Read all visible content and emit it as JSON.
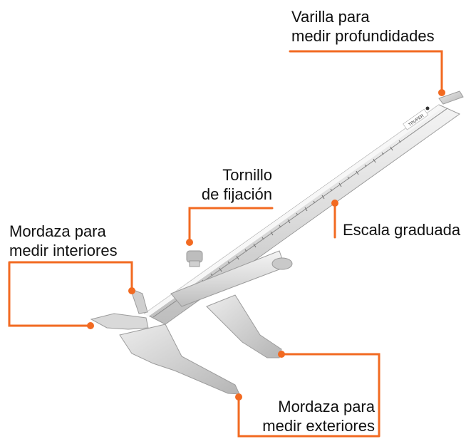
{
  "accent_color": "#f26a21",
  "labels": {
    "depth_rod": {
      "line1": "Varilla para",
      "line2": "medir profundidades"
    },
    "scale": {
      "line1": "Escala graduada"
    },
    "lock_screw": {
      "line1": "Tornillo",
      "line2": "de fijación"
    },
    "inside_jaws": {
      "line1": "Mordaza para",
      "line2": "medir interiores"
    },
    "outside_jaws": {
      "line1": "Mordaza para",
      "line2": "medir exteriores"
    }
  },
  "brand": {
    "name": "TRUPER"
  }
}
